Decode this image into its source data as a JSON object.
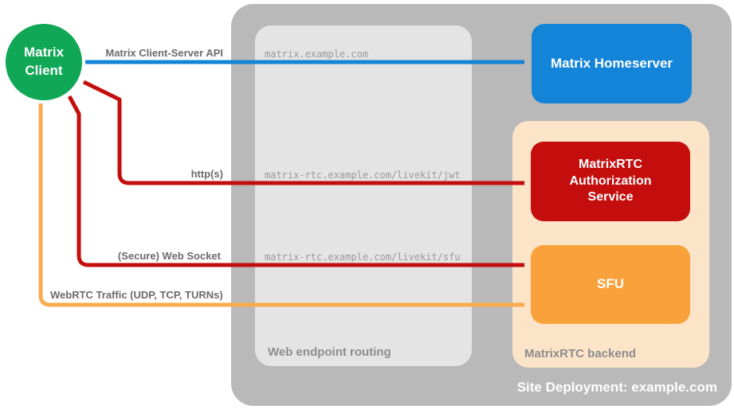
{
  "diagram_title": "MatrixRTC site deployment diagram",
  "colors": {
    "client_green": "#10a756",
    "homeserver_blue": "#1484d8",
    "auth_red": "#c40d0d",
    "sfu_orange": "#f9a23b",
    "backend_peach": "#fce4c9",
    "site_gray": "#b9b9b9",
    "routing_gray": "#e4e4e4",
    "label_gray": "#8c8c8c",
    "arrow_label_gray": "#6b6b6b",
    "webrtc_arrow_orange": "#f9ab4e"
  },
  "nodes": {
    "client": {
      "label": "Matrix Client",
      "line1": "Matrix",
      "line2": "Client"
    },
    "homeserver": {
      "label": "Matrix Homeserver"
    },
    "auth_service": {
      "label": "MatrixRTC Authorization Service"
    },
    "sfu": {
      "label": "SFU"
    }
  },
  "containers": {
    "site": {
      "label": "Site Deployment: example.com"
    },
    "routing": {
      "label": "Web endpoint routing"
    },
    "backend": {
      "label": "MatrixRTC backend"
    }
  },
  "endpoints": {
    "homeserver_url": "matrix.example.com",
    "jwt_url": "matrix-rtc.example.com/livekit/jwt",
    "sfu_url": "matrix-rtc.example.com/livekit/sfu"
  },
  "arrows": {
    "client_server_api": {
      "label": "Matrix Client-Server API",
      "color": "#1484d8",
      "from": "Matrix Client",
      "to": "Matrix Homeserver",
      "bidirectional": true
    },
    "http": {
      "label": "http(s)",
      "color": "#c40d0d",
      "from": "Matrix Client",
      "to": "MatrixRTC Authorization Service",
      "bidirectional": true
    },
    "websocket": {
      "label": "(Secure) Web Socket",
      "color": "#c40d0d",
      "from": "Matrix Client",
      "to": "SFU",
      "bidirectional": true
    },
    "webrtc": {
      "label": "WebRTC Traffic (UDP, TCP, TURNs)",
      "color": "#f9ab4e",
      "from": "Matrix Client",
      "to": "SFU",
      "bidirectional": true
    }
  }
}
